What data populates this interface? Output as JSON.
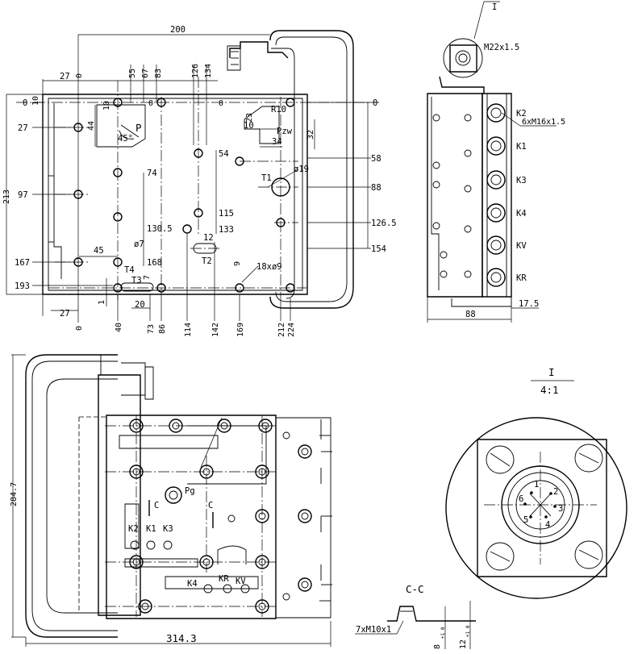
{
  "top_view": {
    "x_dims": [
      "0",
      "27",
      "40",
      "55",
      "67",
      "83",
      "126",
      "134",
      "200",
      "73",
      "86",
      "114",
      "142",
      "169",
      "212",
      "224",
      "27"
    ],
    "y_dims": [
      "0",
      "27",
      "97",
      "167",
      "193",
      "213"
    ],
    "right_dims": [
      "0",
      "58",
      "88",
      "126.5",
      "154",
      "54",
      "74",
      "115",
      "130.5",
      "133",
      "168"
    ],
    "feature_dims": [
      "10",
      "44",
      "45°",
      "45",
      "ø7",
      "12",
      "9",
      "20",
      "7",
      "1",
      "23",
      "10",
      "34",
      "32",
      "R10",
      "ø19",
      "18xø9"
    ],
    "labels": [
      "P",
      "Pzw",
      "T1",
      "T2",
      "T3",
      "T4"
    ]
  },
  "side_view": {
    "callout": "I",
    "thread_top": "M22x1.5",
    "thread_ports": "6xM16x1.5",
    "ports": [
      "K2",
      "K1",
      "K3",
      "K4",
      "KV",
      "KR"
    ],
    "width": "88",
    "offset": "17.5"
  },
  "bottom_view": {
    "height": "284.7",
    "width": "314.3",
    "labels": [
      "Pg",
      "C",
      "C",
      "K2",
      "K1",
      "K3",
      "K4",
      "KR",
      "KV"
    ]
  },
  "detail": {
    "title": "I",
    "scale": "4:1",
    "pins": [
      "1",
      "2",
      "3",
      "4",
      "5",
      "6"
    ]
  },
  "section": {
    "title": "C-C",
    "thread": "7xM10x1",
    "dim_a": "8",
    "dim_a_tol": "+1 0",
    "dim_b": "12",
    "dim_b_tol": "+1 0"
  }
}
